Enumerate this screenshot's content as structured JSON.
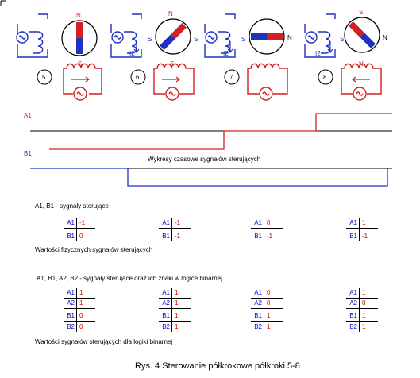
{
  "steps": [
    {
      "number": "5",
      "magnet_top": "N",
      "magnet_bottom": "",
      "magnet_right": "",
      "red_coil_pole": "S",
      "blue_coil_current": "",
      "blue_coil_pole": ""
    },
    {
      "number": "6",
      "magnet_top": "N",
      "magnet_bottom": "S",
      "magnet_right": "",
      "red_coil_pole": "S",
      "blue_coil_current": "I2",
      "blue_coil_pole": "S"
    },
    {
      "number": "7",
      "magnet_top": "",
      "magnet_bottom": "",
      "magnet_right": "N",
      "red_coil_pole": "",
      "blue_coil_current": "I2",
      "blue_coil_pole": "S"
    },
    {
      "number": "8",
      "magnet_top": "S",
      "magnet_bottom": "",
      "magnet_right": "N",
      "red_coil_pole": "N",
      "blue_coil_current": "I2",
      "blue_coil_pole": "S"
    }
  ],
  "signals": {
    "a1_label": "A1",
    "b1_label": "B1",
    "caption": "Wykresy czasowe sygnałów sterujących"
  },
  "physical": {
    "heading": "A1, B1 - sygnały sterujące",
    "tables": [
      [
        {
          "name": "A1",
          "value": "-1"
        },
        {
          "name": "B1",
          "value": "0"
        }
      ],
      [
        {
          "name": "A1",
          "value": "-1"
        },
        {
          "name": "B1",
          "value": "-1"
        }
      ],
      [
        {
          "name": "A1",
          "value": "0"
        },
        {
          "name": "B1",
          "value": "-1"
        }
      ],
      [
        {
          "name": "A1",
          "value": "1"
        },
        {
          "name": "B1",
          "value": "-1"
        }
      ]
    ],
    "caption": "Wartości fizycznych sygnałów sterujących"
  },
  "binary": {
    "heading": "A1, B1, A2, B2  - sygnały sterujące oraz ich znaki w logice binarnej",
    "tables": [
      [
        {
          "name": "A1",
          "value": "1"
        },
        {
          "name": "A2",
          "value": "1"
        },
        {
          "name": "B1",
          "value": "0"
        },
        {
          "name": "B2",
          "value": "0"
        }
      ],
      [
        {
          "name": "A1",
          "value": "1"
        },
        {
          "name": "A2",
          "value": "1"
        },
        {
          "name": "B1",
          "value": "1"
        },
        {
          "name": "B2",
          "value": "1"
        }
      ],
      [
        {
          "name": "A1",
          "value": "0"
        },
        {
          "name": "A2",
          "value": "0"
        },
        {
          "name": "B1",
          "value": "1"
        },
        {
          "name": "B2",
          "value": "1"
        }
      ],
      [
        {
          "name": "A1",
          "value": "1"
        },
        {
          "name": "A2",
          "value": "0"
        },
        {
          "name": "B1",
          "value": "1"
        },
        {
          "name": "B2",
          "value": "1"
        }
      ]
    ],
    "caption": "Wartości sygnałów sterujących dla logiki binarnej"
  },
  "figure_caption": "Rys. 4 Sterowanie półkrokowe półkroki 5-8",
  "colors": {
    "phase_a": "#d42020",
    "phase_b": "#2030c0",
    "line": "#000000"
  }
}
